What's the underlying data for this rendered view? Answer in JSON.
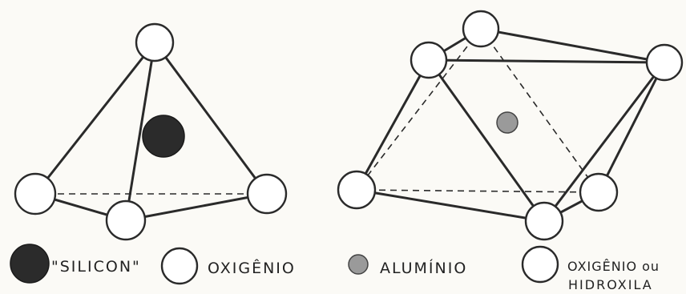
{
  "colors": {
    "background": "#fbfaf6",
    "ink": "#2a2a2a",
    "silicon_fill": "#2b2b2b",
    "aluminium_fill": "#9a9a9a",
    "oxygen_fill": "#ffffff"
  },
  "legend": {
    "silicon": "\"SILICON\"",
    "oxygen": "OXIGÊNIO",
    "aluminium": "ALUMÍNIO",
    "oxygen_or_hydroxyl_line1": "OXIGÊNIO ou",
    "oxygen_or_hydroxyl_line2": "HIDROXILA"
  },
  "figures": {
    "tetrahedron": {
      "center_atom": "silicon",
      "corner_atoms": [
        "oxygen",
        "oxygen",
        "oxygen",
        "oxygen"
      ]
    },
    "octahedron": {
      "center_atom": "aluminium",
      "corner_atoms": [
        "oxygen-or-hydroxyl",
        "oxygen-or-hydroxyl",
        "oxygen-or-hydroxyl",
        "oxygen-or-hydroxyl",
        "oxygen-or-hydroxyl",
        "oxygen-or-hydroxyl"
      ]
    }
  }
}
